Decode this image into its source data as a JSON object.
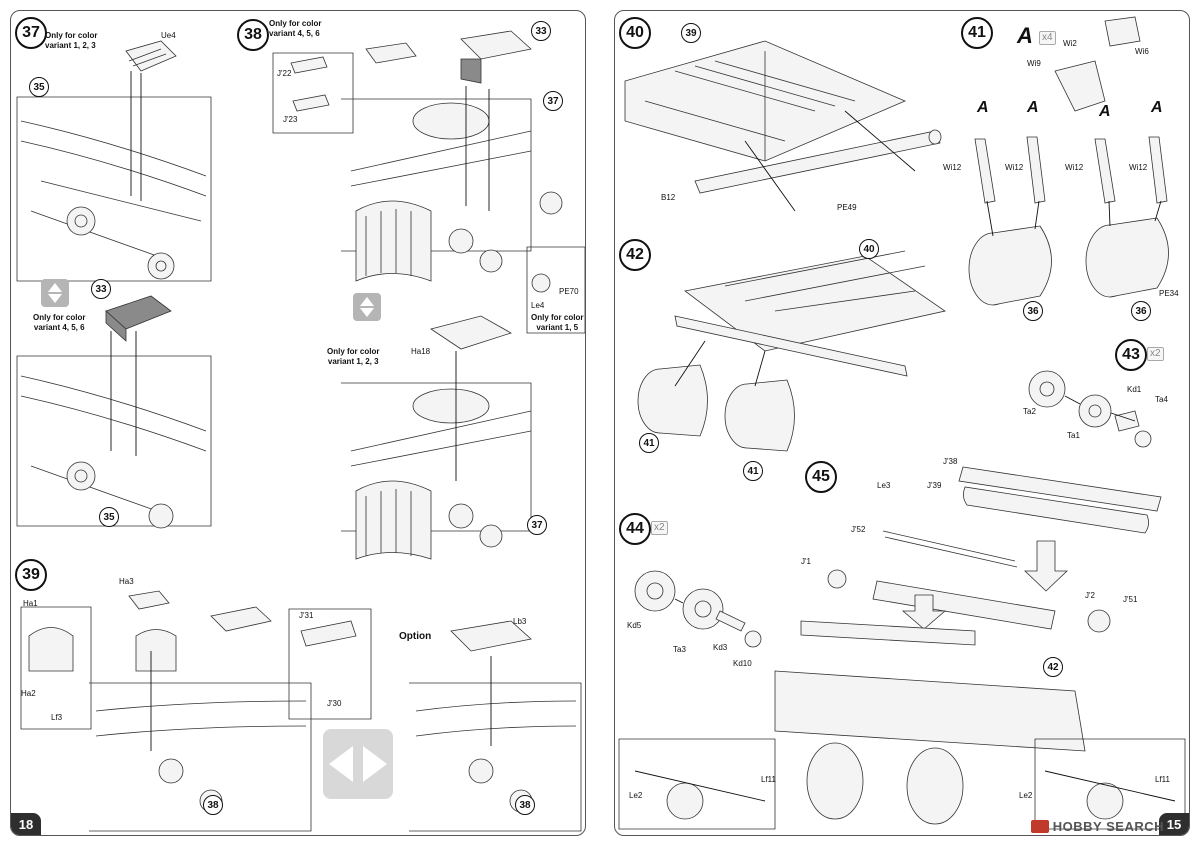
{
  "left_page": {
    "page_number": "18",
    "steps": [
      {
        "number": "37",
        "note": "Only for color\nvariant 1, 2, 3",
        "labels": [
          "Ue4"
        ],
        "callouts": [
          "35"
        ]
      },
      {
        "number": "38",
        "note": "Only for color\nvariant 4, 5, 6",
        "labels": [
          "J'22",
          "J'23",
          "Le4",
          "PE70",
          "Ha18"
        ],
        "callouts": [
          "33",
          "37",
          "37"
        ],
        "note_b": "Only for color\nvariant 1, 5",
        "note_c": "Only for color\nvariant 1, 2, 3"
      },
      {
        "number": "39",
        "labels": [
          "Ha1",
          "Ha2",
          "Lf3",
          "Ha3",
          "J'31",
          "J'30",
          "Lb3"
        ],
        "callouts": [
          "38",
          "38"
        ],
        "option_label": "Option"
      }
    ],
    "mid_block": {
      "note": "Only for color\nvariant 4, 5, 6",
      "callouts": [
        "33",
        "35"
      ]
    }
  },
  "right_page": {
    "page_number": "15",
    "steps": [
      {
        "number": "40",
        "labels": [
          "B12",
          "PE49"
        ],
        "callouts": [
          "39"
        ]
      },
      {
        "number": "41",
        "multiplier": "x4",
        "variant": "A",
        "labels": [
          "Wi2",
          "Wi6",
          "Wi9",
          "Wi12",
          "Wi12",
          "Wi12",
          "Wi12",
          "PE34"
        ],
        "callouts": [
          "36",
          "36"
        ]
      },
      {
        "number": "42",
        "labels": [],
        "callouts": [
          "40",
          "41",
          "41"
        ]
      },
      {
        "number": "43",
        "multiplier": "x2",
        "labels": [
          "Ta2",
          "Ta1",
          "Kd1",
          "Ta4"
        ]
      },
      {
        "number": "44",
        "multiplier": "x2",
        "labels": [
          "Kd5",
          "Ta3",
          "Kd3",
          "Kd10"
        ]
      },
      {
        "number": "45",
        "labels": [
          "J'38",
          "J'39",
          "Le3",
          "J'52",
          "J'1",
          "J'2",
          "J'51",
          "Le2",
          "Lf11",
          "Le2",
          "Lf11"
        ],
        "callouts": [
          "42"
        ]
      }
    ],
    "watermark": "HOBBY SEARCH"
  }
}
